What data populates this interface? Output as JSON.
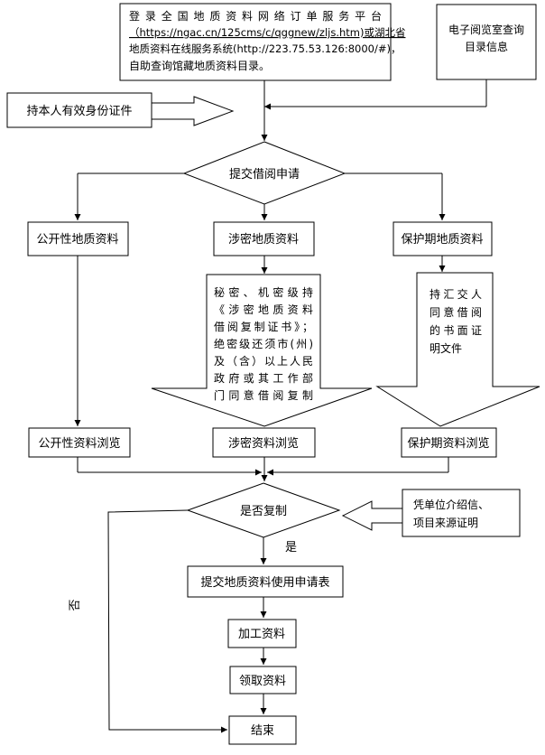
{
  "nodes": {
    "login_lines": [
      "登录全国地质资料网络订单服务平台",
      "（https://ngac.cn/125cms/c/qggnew/zljs.htm)或湖北省",
      "地质资料在线服务系统(http://223.75.53.126:8000/#)，",
      "自助查询馆藏地质资料目录。"
    ],
    "reading_room_lines": [
      "电子阅览室查询",
      "目录信息"
    ],
    "id_card": "持本人有效身份证件",
    "submit": "提交借阅申请",
    "public": "公开性地质资料",
    "classified": "涉密地质资料",
    "protected": "保护期地质资料",
    "classified_note_lines": [
      "秘密、机密级持",
      "《涉密地质资料",
      "借阅复制证书》；",
      "绝密级还须市(州)",
      "及（含）以上人民",
      "政府或其工作部",
      "门同意借阅复制"
    ],
    "protected_note_lines": [
      "持汇交人",
      "同意借阅",
      "的书面证",
      "明文件"
    ],
    "public_browse": "公开性资料浏览",
    "classified_browse": "涉密资料浏览",
    "protected_browse": "保护期资料浏览",
    "copy_decision": "是否复制",
    "unit_letter_lines": [
      "凭单位介绍信、",
      "项目来源证明"
    ],
    "yes": "是",
    "no": "否",
    "apply_form": "提交地质资料使用申请表",
    "process": "加工资料",
    "receive": "领取资料",
    "end": "结束"
  }
}
